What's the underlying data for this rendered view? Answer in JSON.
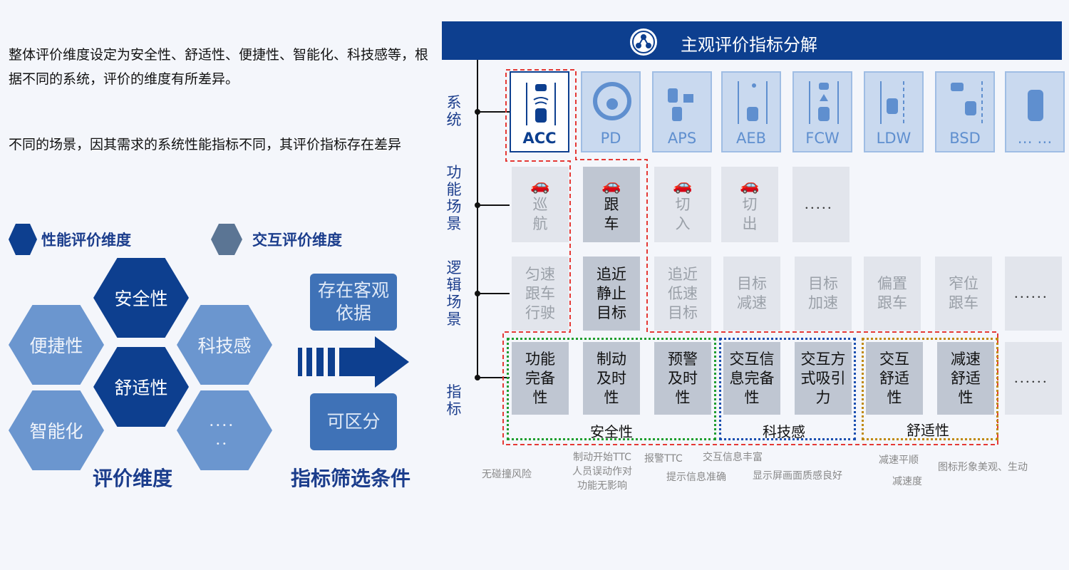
{
  "intro": {
    "p1": "整体评价维度设定为安全性、舒适性、便捷性、智能化、科技感等，根据不同的系统，评价的维度有所差异。",
    "p2": "不同的场景，因其需求的系统性能指标不同，其评价指标存在差异"
  },
  "legend": {
    "performance": "性能评价维度",
    "interaction": "交互评价维度"
  },
  "hexagons": {
    "safety": "安全性",
    "convenience": "便捷性",
    "tech": "科技感",
    "comfort": "舒适性",
    "intelligence": "智能化",
    "more1": "．．．．",
    "more2": "．．"
  },
  "eval_dimension_label": "评价维度",
  "criteria": {
    "box1": "存在客观依据",
    "box2": "可区分",
    "label": "指标筛选条件"
  },
  "colors": {
    "dark_blue": "#0d3f8f",
    "light_blue": "#6b96cf",
    "red_dash": "#e53935",
    "green_dot": "#1e9e2f",
    "blue_dot": "#1a4fb0",
    "gold_dot": "#c08a10"
  },
  "header": {
    "title": "主观评价指标分解",
    "icon": "share-nodes-icon"
  },
  "row_labels": {
    "system": "系统",
    "scenario": "功能场景",
    "logic": "逻辑场景",
    "metric": "指标"
  },
  "systems": [
    "ACC",
    "PD",
    "APS",
    "AEB",
    "FCW",
    "LDW",
    "BSD",
    "…  …"
  ],
  "scenarios": [
    "巡航",
    "跟车",
    "切入",
    "切出",
    "．．．．．"
  ],
  "logic": [
    "匀速跟车行驶",
    "追近静止目标",
    "追近低速目标",
    "目标减速",
    "目标加速",
    "偏置跟车",
    "窄位跟车",
    "．．．．．．"
  ],
  "metrics": {
    "safety_items": [
      "功能完备性",
      "制动及时性",
      "预警及时性"
    ],
    "tech_items": [
      "交互信息完备性",
      "交互方式吸引力"
    ],
    "comfort_items": [
      "交互舒适性",
      "减速舒适性"
    ],
    "more": "．．．．．．",
    "safety_label": "安全性",
    "tech_label": "科技感",
    "comfort_label": "舒适性"
  },
  "notes": {
    "n1": "无碰撞风险",
    "n2a": "制动开始TTC",
    "n2b": "人员误动作对",
    "n2c": "功能无影响",
    "n3": "报警TTC",
    "n4": "提示信息准确",
    "n5": "交互信息丰富",
    "n6": "显示屏画面质感良好",
    "n7": "减速平顺",
    "n8": "减速度",
    "n9": "图标形象美观、生动"
  }
}
